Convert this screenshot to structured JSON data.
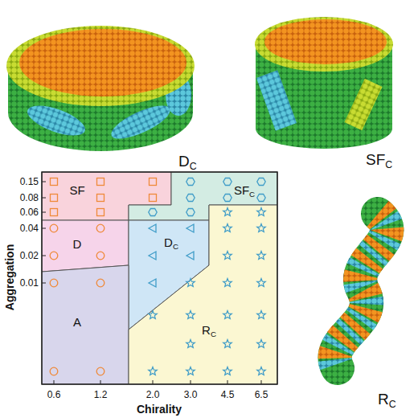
{
  "diagram": {
    "nodes": [
      {
        "text": [
          "SF"
        ]
      },
      {
        "text": [
          "SF",
          "C"
        ]
      },
      {
        "text": [
          "D"
        ]
      },
      {
        "text": [
          "D",
          "C"
        ]
      },
      {
        "text": [
          "A"
        ]
      },
      {
        "text": [
          "R",
          "C"
        ]
      }
    ],
    "labels": [
      "D",
      "C",
      "SF",
      "C",
      "0.15",
      "0.08",
      "0.06",
      "0.04",
      "0.02",
      "0.01",
      "Aggregation",
      "0.6",
      "1.2",
      "2.0",
      "3.0",
      "4.5",
      "6.5",
      "Chirality",
      "R",
      "C"
    ]
  }
}
